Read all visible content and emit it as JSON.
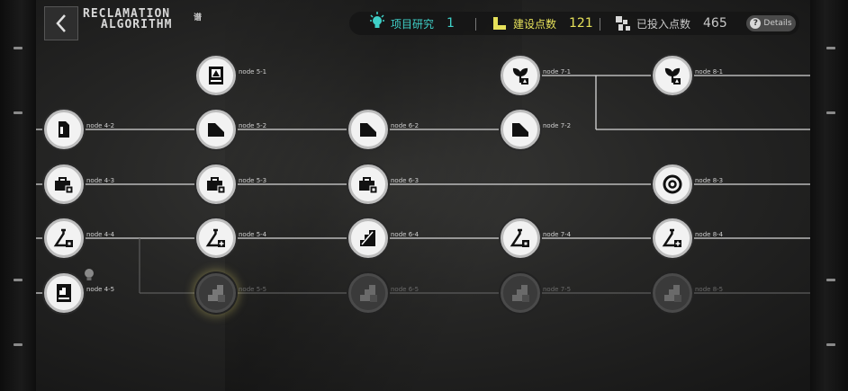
{
  "header": {
    "logo_line1": "RECLAMATION",
    "logo_line2": "ALGORITHM",
    "logo_tag": "谱"
  },
  "stats": {
    "research": {
      "label": "项目研究",
      "value": "1",
      "color": "#3fd0c8",
      "icon": "lightbulb-icon"
    },
    "build": {
      "label": "建设点数",
      "value": "121",
      "color": "#e6e15a",
      "icon": "build-icon"
    },
    "invested": {
      "label": "已投入点数",
      "value": "465",
      "color": "#c8c8c8",
      "icon": "blocks-icon"
    }
  },
  "details_label": "Details",
  "nodes": [
    {
      "id": "n51",
      "label": "node 5-1",
      "icon": "plan-card-icon",
      "locked": false
    },
    {
      "id": "n71",
      "label": "node 7-1",
      "icon": "plant-icon",
      "locked": false
    },
    {
      "id": "n81",
      "label": "node 8-1",
      "icon": "plant-icon",
      "locked": false
    },
    {
      "id": "n42",
      "label": "node 4-2",
      "icon": "door-icon",
      "locked": false
    },
    {
      "id": "n52",
      "label": "node 5-2",
      "icon": "ramp-icon",
      "locked": false
    },
    {
      "id": "n62",
      "label": "node 6-2",
      "icon": "ramp-icon",
      "locked": false
    },
    {
      "id": "n72",
      "label": "node 7-2",
      "icon": "ramp-icon",
      "locked": false
    },
    {
      "id": "n43",
      "label": "node 4-3",
      "icon": "briefcase-icon",
      "locked": false
    },
    {
      "id": "n53",
      "label": "node 5-3",
      "icon": "briefcase-icon",
      "locked": false
    },
    {
      "id": "n63",
      "label": "node 6-3",
      "icon": "briefcase-icon",
      "locked": false
    },
    {
      "id": "n83",
      "label": "node 8-3",
      "icon": "target-icon",
      "locked": false
    },
    {
      "id": "n44",
      "label": "node 4-4",
      "icon": "flask-icon",
      "locked": false
    },
    {
      "id": "n54",
      "label": "node 5-4",
      "icon": "flask-icon",
      "locked": false
    },
    {
      "id": "n64",
      "label": "node 6-4",
      "icon": "stairs-icon",
      "locked": false
    },
    {
      "id": "n74",
      "label": "node 7-4",
      "icon": "flask-icon",
      "locked": false
    },
    {
      "id": "n84",
      "label": "node 8-4",
      "icon": "flask-icon",
      "locked": false
    },
    {
      "id": "n45",
      "label": "node 4-5",
      "icon": "plan-card-icon",
      "locked": false
    },
    {
      "id": "n55",
      "label": "node 5-5",
      "icon": "stairs-icon",
      "locked": true
    },
    {
      "id": "n65",
      "label": "node 6-5",
      "icon": "stairs-icon",
      "locked": true
    },
    {
      "id": "n75",
      "label": "node 7-5",
      "icon": "stairs-icon",
      "locked": true
    },
    {
      "id": "n85",
      "label": "node 8-5",
      "icon": "stairs-icon",
      "locked": true
    }
  ]
}
